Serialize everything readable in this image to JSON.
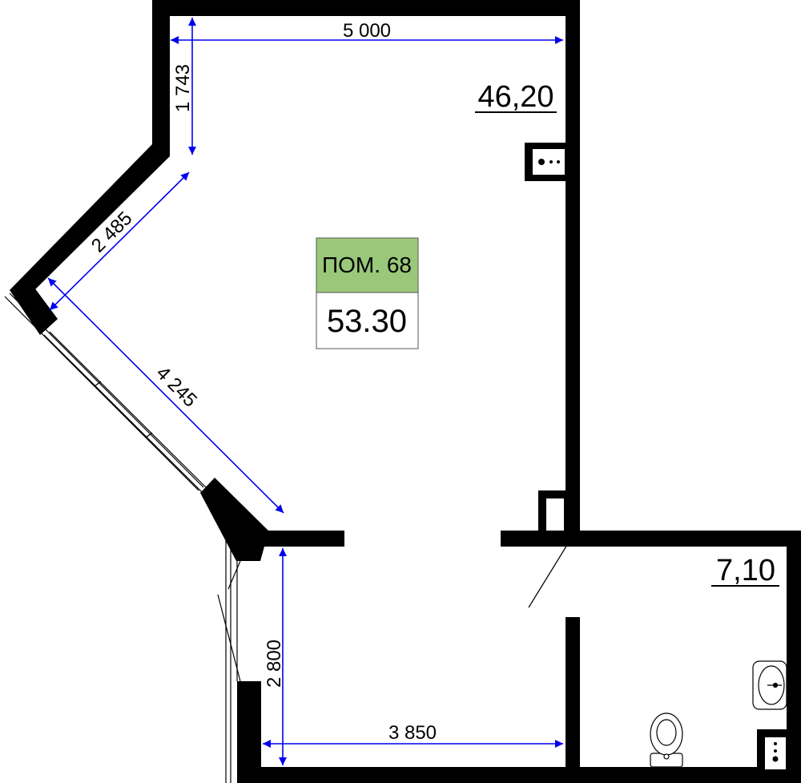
{
  "room": {
    "label": "ПОМ. 68",
    "total_area": "53.30",
    "label_color": "#9ac87a"
  },
  "areas": {
    "main": "46,20",
    "bathroom": "7,10"
  },
  "dimensions": {
    "top": "5 000",
    "left_upper": "1 743",
    "diagonal_short": "2 485",
    "diagonal_long": "4 245",
    "left_lower": "2 800",
    "bottom": "3 850"
  },
  "colors": {
    "wall": "#000000",
    "dimension": "#0000ee",
    "background": "#ffffff"
  }
}
